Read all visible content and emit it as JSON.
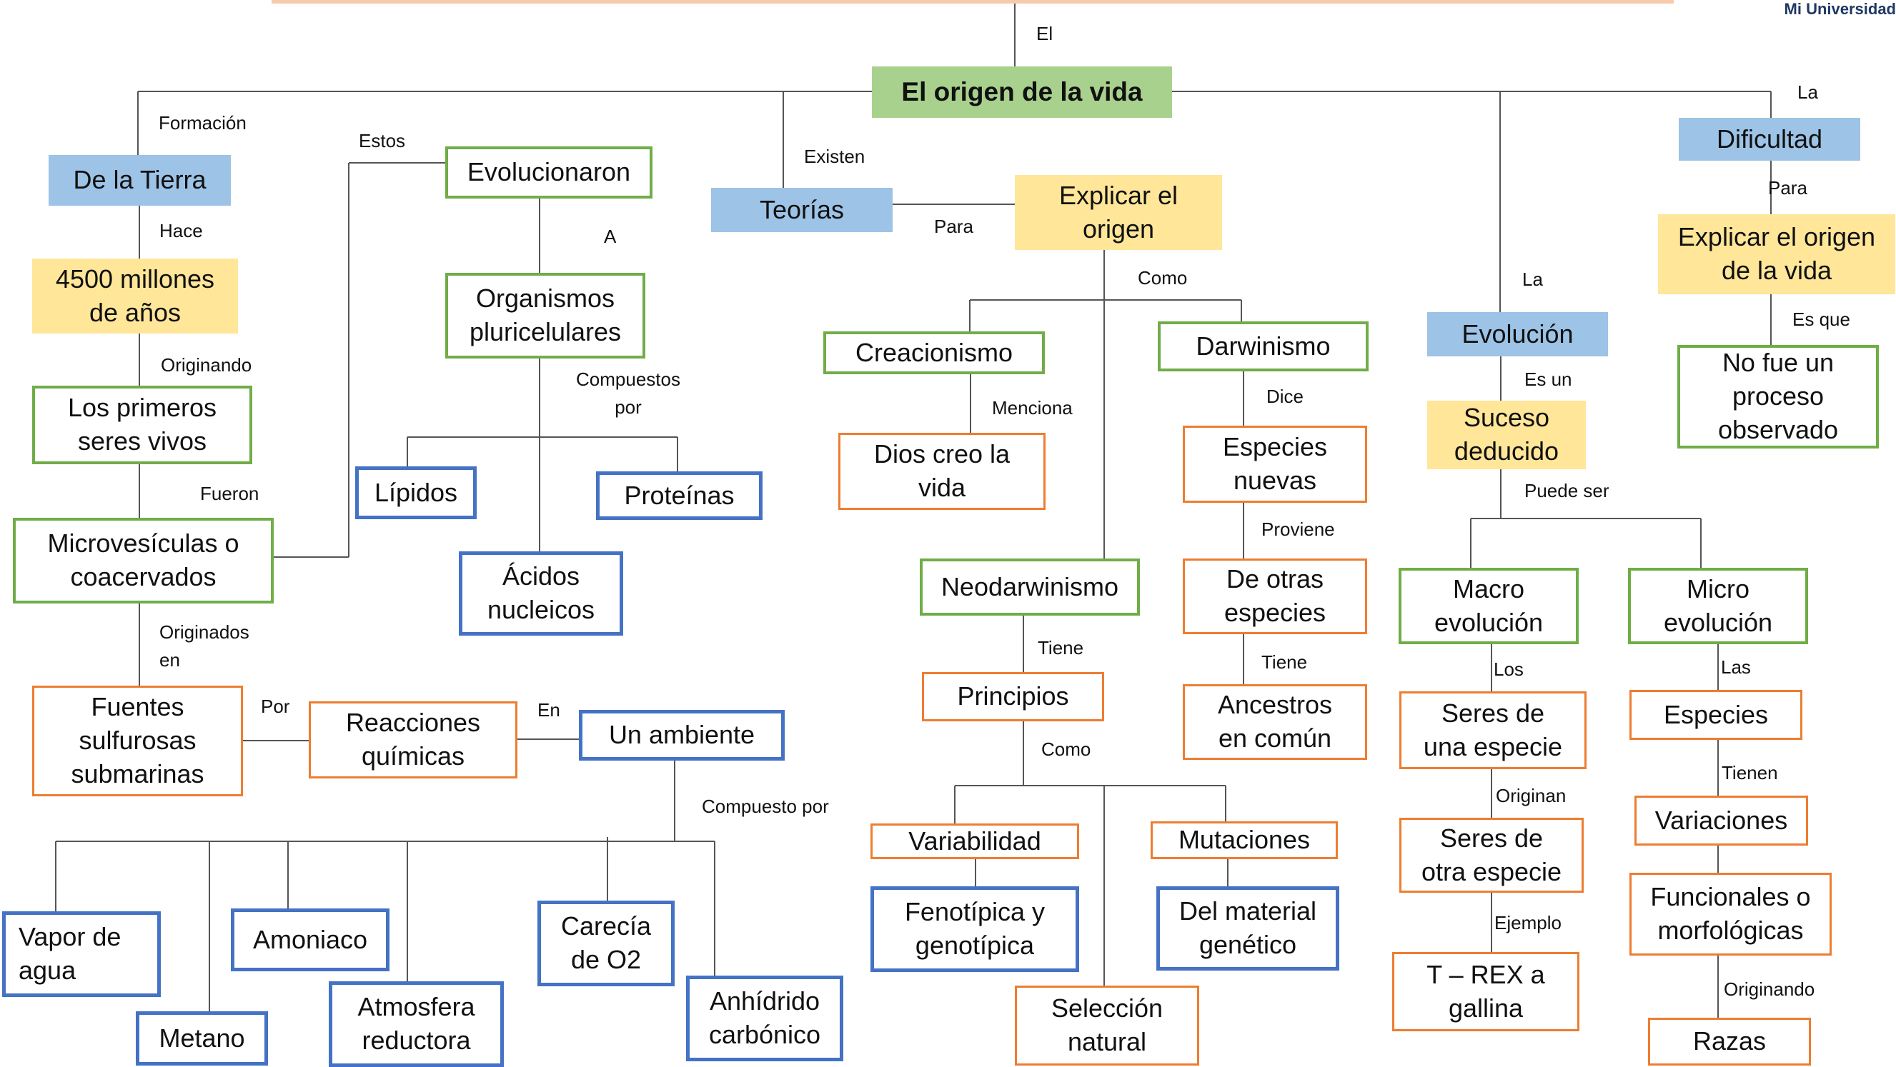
{
  "logo_text": "Mi Universidad",
  "title": "El origen de la vida",
  "nodes": {
    "tierra": "De la Tierra",
    "millones": "4500 millones\nde años",
    "primeros": "Los primeros\nseres vivos",
    "microvesiculas": "Microvesículas o\ncoacervados",
    "fuentes": "Fuentes\nsulfurosas\nsubmarinas",
    "reacciones": "Reacciones\nquímicas",
    "ambiente": "Un ambiente",
    "vapor": "Vapor de\nagua",
    "metano": "Metano",
    "amoniaco": "Amoniaco",
    "atmosfera": "Atmosfera\nreductora",
    "carecia": "Carecía\nde O2",
    "anhidrido": "Anhídrido\ncarbónico",
    "evolucionaron": "Evolucionaron",
    "organismos": "Organismos\npluricelulares",
    "lipidos": "Lípidos",
    "proteinas": "Proteínas",
    "acidos": "Ácidos\nnucleicos",
    "teorias": "Teorías",
    "explicar": "Explicar el\norigen",
    "creacionismo": "Creacionismo",
    "dios": "Dios creo la\nvida",
    "darwinismo": "Darwinismo",
    "especies_nuevas": "Especies\nnuevas",
    "otras_especies": "De otras\nespecies",
    "ancestros": "Ancestros\nen común",
    "neodarwinismo": "Neodarwinismo",
    "principios": "Principios",
    "variabilidad": "Variabilidad",
    "fenotipica": "Fenotípica y\ngenotípica",
    "mutaciones": "Mutaciones",
    "material": "Del material\ngenético",
    "seleccion": "Selección\nnatural",
    "evolucion": "Evolución",
    "suceso": "Suceso\ndeducido",
    "macro": "Macro\nevolución",
    "seres_una": "Seres de\nuna especie",
    "seres_otra": "Seres de\notra especie",
    "trex": "T – REX a\ngallina",
    "micro": "Micro\nevolución",
    "especies": "Especies",
    "variaciones": "Variaciones",
    "funcionales": "Funcionales o\nmorfológicas",
    "razas": "Razas",
    "dificultad": "Dificultad",
    "explicar_vida": "Explicar el origen\nde la vida",
    "no_fue": "No fue un\nproceso\nobservado"
  },
  "labels": {
    "el": "El",
    "formacion": "Formación",
    "hace": "Hace",
    "originando1": "Originando",
    "fueron": "Fueron",
    "originados": "Originados\nen",
    "por": "Por",
    "en": "En",
    "compuesto_por": "Compuesto por",
    "estos": "Estos",
    "a": "A",
    "compuestos_por": "Compuestos\npor",
    "existen": "Existen",
    "para1": "Para",
    "como1": "Como",
    "menciona": "Menciona",
    "dice": "Dice",
    "proviene": "Proviene",
    "tiene1": "Tiene",
    "tiene2": "Tiene",
    "como2": "Como",
    "la1": "La",
    "es_un": "Es un",
    "puede_ser": "Puede ser",
    "los": "Los",
    "originan": "Originan",
    "ejemplo": "Ejemplo",
    "las": "Las",
    "tienen": "Tienen",
    "originando2": "Originando",
    "la2": "La",
    "para2": "Para",
    "es_que": "Es que"
  },
  "colors": {
    "blue_fill": "#9dc3e6",
    "yellow_fill": "#ffe699",
    "green_fill": "#a9d18e",
    "green_border": "#70ad47",
    "blue_border": "#4472c4",
    "orange_border": "#ed7d31"
  }
}
